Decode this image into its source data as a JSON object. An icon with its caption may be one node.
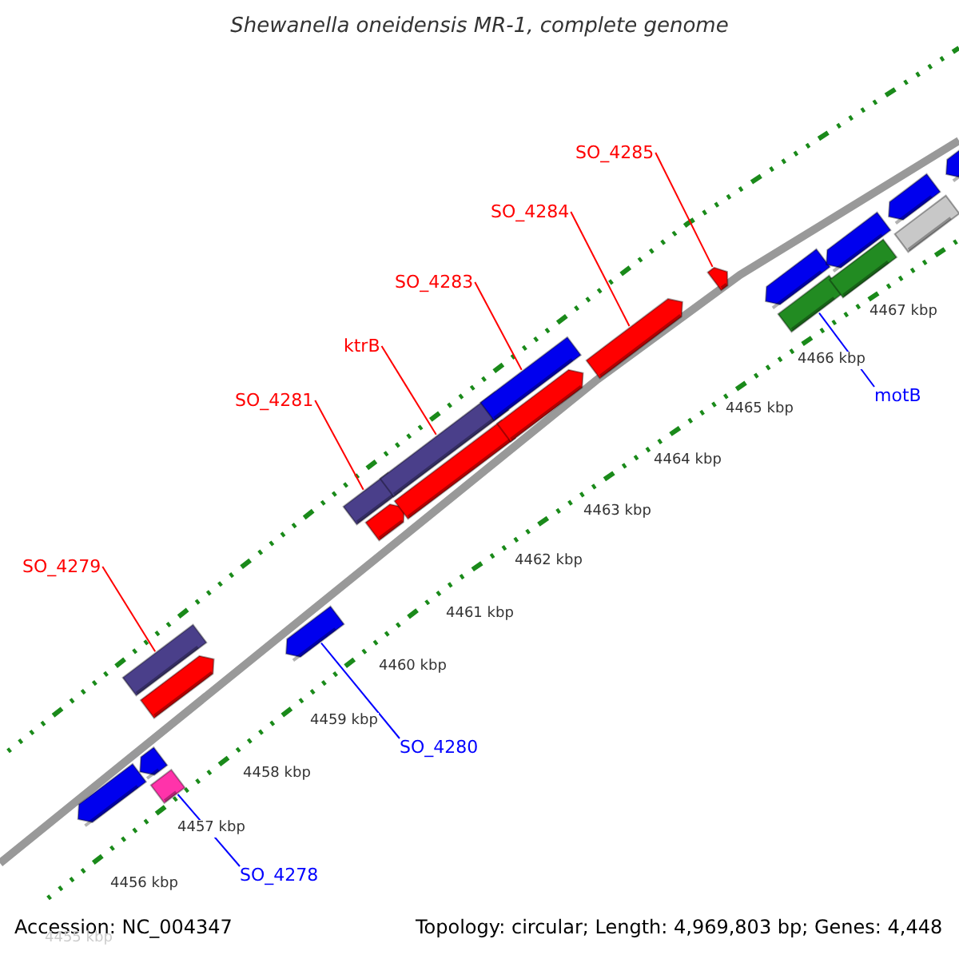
{
  "diagram": {
    "title": "Shewanella oneidensis MR-1, complete genome",
    "nodes": [
      {
        "text": [
          "SO_4279"
        ]
      },
      {
        "text": [
          "SO_4281"
        ]
      },
      {
        "text": [
          "ktrB"
        ]
      },
      {
        "text": [
          "SO_4283"
        ]
      },
      {
        "text": [
          "SO_4284"
        ]
      },
      {
        "text": [
          "SO_4285"
        ]
      },
      {
        "text": [
          "SO_4280"
        ]
      },
      {
        "text": [
          "SO_4278"
        ]
      },
      {
        "text": [
          "motB"
        ]
      },
      {
        "text": [],
        "shape": "bar"
      },
      {
        "text": [],
        "shape": "bar"
      },
      {
        "text": [],
        "shape": "bar"
      },
      {
        "text": [],
        "shape": "bar"
      },
      {
        "text": [],
        "shape": "bar"
      },
      {
        "text": [],
        "shape": "bar"
      },
      {
        "text": [],
        "shape": "bar"
      },
      {
        "text": [],
        "shape": "bar"
      },
      {
        "text": [],
        "shape": "bar"
      },
      {
        "text": [],
        "shape": "bar"
      },
      {
        "text": [],
        "shape": "bar"
      },
      {
        "text": [],
        "shape": "bar"
      },
      {
        "text": [],
        "shape": "bar"
      },
      {
        "text": [],
        "shape": "bar"
      },
      {
        "text": [],
        "shape": "bar"
      },
      {
        "text": [],
        "shape": "bar"
      },
      {
        "text": [],
        "shape": "bar"
      },
      {
        "text": [],
        "shape": "bar"
      },
      {
        "text": [],
        "shape": "bar"
      },
      {
        "text": [],
        "shape": "bar"
      },
      {
        "text": [],
        "shape": "bar"
      }
    ],
    "edges": [
      {
        "from": 0,
        "to": 11,
        "arrow": "none"
      },
      {
        "from": 1,
        "to": 15,
        "arrow": "none"
      },
      {
        "from": 2,
        "to": 17,
        "arrow": "none"
      },
      {
        "from": 3,
        "to": 19,
        "arrow": "none"
      },
      {
        "from": 4,
        "to": 21,
        "arrow": "none"
      },
      {
        "from": 5,
        "to": 22,
        "arrow": "none"
      },
      {
        "from": 6,
        "to": 14,
        "arrow": "none",
        "color": "#0000ff"
      },
      {
        "from": 7,
        "to": 12,
        "arrow": "none",
        "color": "#0000ff"
      },
      {
        "from": 8,
        "to": 24,
        "arrow": "none",
        "color": "#0000ff"
      }
    ],
    "labels": [
      "4467 kbp",
      "4466 kbp",
      "4465 kbp",
      "4464 kbp",
      "4463 kbp",
      "4462 kbp",
      "4461 kbp",
      "4460 kbp",
      "4459 kbp",
      "4458 kbp",
      "4457 kbp",
      "4456 kbp",
      "Accession: NC_004347",
      "4455 kbp",
      "Topology: circular; Length: 4,969,803 bp; Genes: 4,448"
    ]
  }
}
